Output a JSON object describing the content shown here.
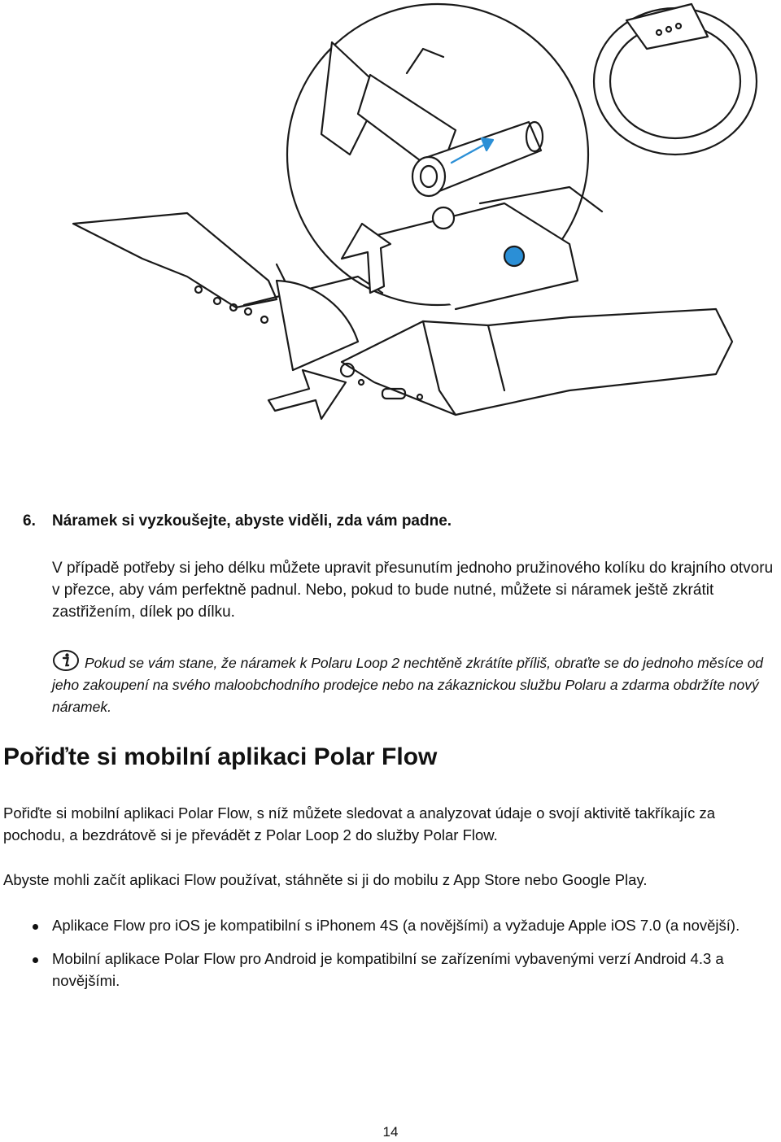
{
  "step": {
    "number": "6.",
    "title": "Náramek si vyzkoušejte, abyste viděli, zda vám padne.",
    "text": "V případě potřeby si jeho délku můžete upravit přesunutím jednoho pružinového kolíku do krajního otvoru v přezce, aby vám perfektně padnul. Nebo, pokud to bude nutné, můžete si náramek ještě zkrátit zastřižením, dílek po dílku."
  },
  "note": {
    "icon": "info-icon",
    "text": "Pokud se vám stane, že náramek k Polaru Loop 2 nechtěně zkrátíte příliš, obraťte se do jednoho měsíce od jeho zakoupení na svého maloobchodního prodejce nebo na zákaznickou službu Polaru a zdarma obdržíte nový náramek."
  },
  "section": {
    "heading": "Pořiďte si mobilní aplikaci Polar Flow",
    "paragraph1": "Pořiďte si mobilní aplikaci Polar Flow, s níž můžete sledovat a analyzovat údaje o svojí aktivitě takříkajíc za pochodu, a bezdrátově si je převádět z Polar Loop 2 do služby Polar Flow.",
    "paragraph2": "Abyste mohli začít aplikaci Flow používat, stáhněte si ji do mobilu z App Store nebo Google Play.",
    "bullets": [
      "Aplikace Flow pro iOS je kompatibilní s iPhonem 4S (a novějšími) a vyžaduje Apple iOS 7.0 (a novější).",
      "Mobilní aplikace Polar Flow pro Android je kompatibilní se zařízeními vybavenými verzí Android 4.3 a novějšími."
    ]
  },
  "page_number": "14",
  "colors": {
    "accent": "#2b8fd6",
    "line": "#1a1a1a"
  }
}
